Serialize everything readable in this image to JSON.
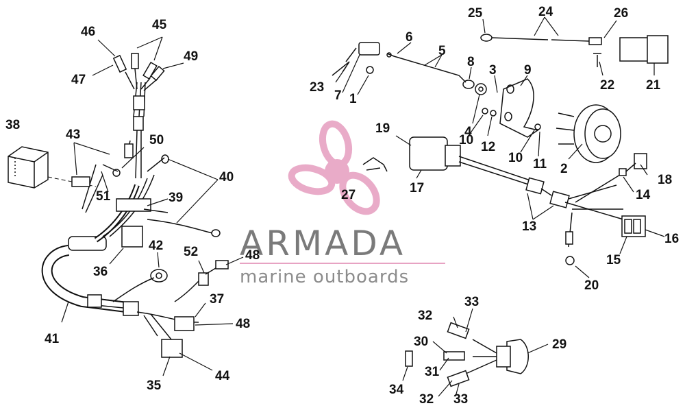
{
  "watermark": {
    "brand": "ARMADA",
    "tagline": "marine outboards",
    "accent_color": "#e7a3c3",
    "text_color": "#7a7a7a"
  },
  "callouts": {
    "c1": "1",
    "c2": "2",
    "c3": "3",
    "c4": "4",
    "c5": "5",
    "c6": "6",
    "c7": "7",
    "c8": "8",
    "c9": "9",
    "c10a": "10",
    "c10b": "10",
    "c11": "11",
    "c12": "12",
    "c13": "13",
    "c14": "14",
    "c15": "15",
    "c16": "16",
    "c17": "17",
    "c18": "18",
    "c19": "19",
    "c20": "20",
    "c21": "21",
    "c22": "22",
    "c23": "23",
    "c24": "24",
    "c25": "25",
    "c26": "26",
    "c27": "27",
    "c29": "29",
    "c30": "30",
    "c31": "31",
    "c32a": "32",
    "c32b": "32",
    "c33a": "33",
    "c33b": "33",
    "c34": "34",
    "c35": "35",
    "c36": "36",
    "c37": "37",
    "c38": "38",
    "c39": "39",
    "c40": "40",
    "c41": "41",
    "c42": "42",
    "c43": "43",
    "c44": "44",
    "c45": "45",
    "c46": "46",
    "c47": "47",
    "c48a": "48",
    "c48b": "48",
    "c49": "49",
    "c50": "50",
    "c51": "51",
    "c52": "52"
  }
}
